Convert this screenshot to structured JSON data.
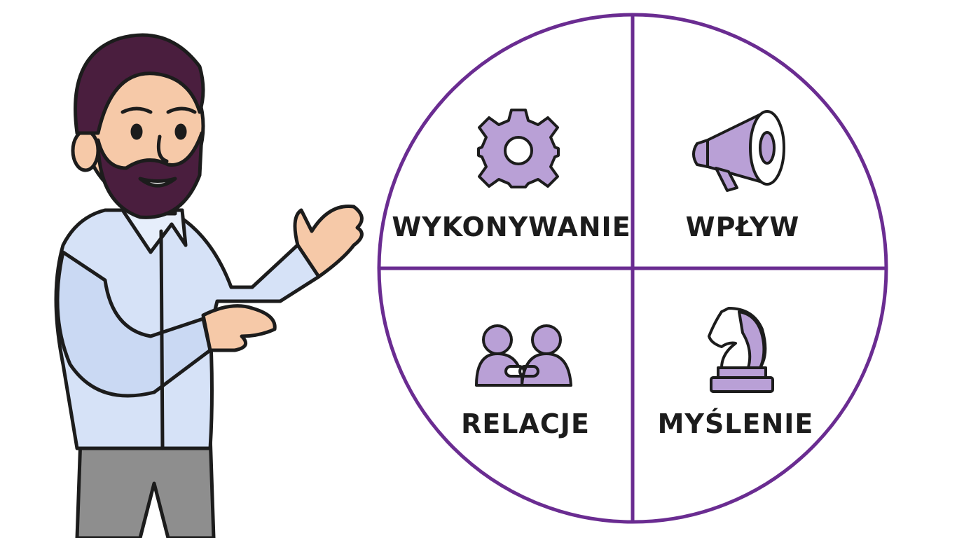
{
  "colors": {
    "accent": "#6a2c91",
    "icon_fill": "#b9a0d6",
    "outline": "#1c1c1c",
    "shirt": "#d6e2f7",
    "pants": "#8e8e8e",
    "skin": "#f6c9a8",
    "hair": "#4a1e3e"
  },
  "quadrants": [
    {
      "id": "top-left",
      "label": "WYKONYWANIE",
      "icon": "gear-icon"
    },
    {
      "id": "top-right",
      "label": "WPŁYW",
      "icon": "megaphone-icon"
    },
    {
      "id": "bottom-left",
      "label": "RELACJE",
      "icon": "linked-people-icon"
    },
    {
      "id": "bottom-right",
      "label": "MYŚLENIE",
      "icon": "chess-knight-icon"
    }
  ]
}
